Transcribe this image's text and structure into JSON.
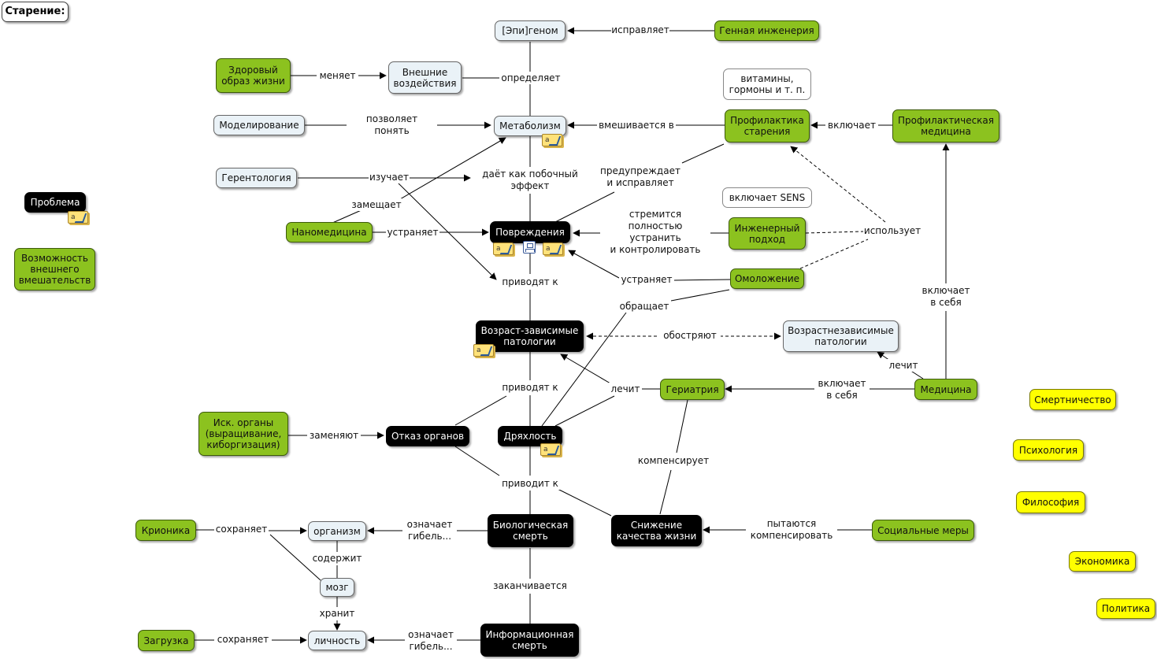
{
  "title": "Старение:",
  "nodes": {
    "epigenome": "[Эпи]геном",
    "gene_engineering": "Генная инженерия",
    "healthy_lifestyle": "Здоровый\nобраз жизни",
    "external_effects": "Внешние\nвоздействия",
    "vitamins": "витамины,\nгормоны и т. п.",
    "modeling": "Моделирование",
    "metabolism": "Метаболизм",
    "aging_prevention": "Профилактика\nстарения",
    "preventive_medicine": "Профилактическая\nмедицина",
    "gerontology": "Герентология",
    "includes_sens": "включает SENS",
    "problem": "Проблема",
    "nanomedicine": "Наномедицина",
    "damage": "Повреждения",
    "engineering_approach": "Инженерный\nподход",
    "external_intervention": "Возможность\nвнешнего\nвмешательств",
    "rejuvenation": "Омоложение",
    "age_pathologies": "Возраст-зависимые\nпатологии",
    "age_independent_pathologies": "Возрастнезависимые\nпатологии",
    "geriatrics": "Гериатрия",
    "medicine": "Медицина",
    "mortality": "Смертничество",
    "artificial_organs": "Иск. органы\n(выращивание,\nкиборгизация)",
    "organ_failure": "Отказ органов",
    "frailty": "Дряхлость",
    "psychology": "Психология",
    "philosophy": "Философия",
    "cryonics": "Крионика",
    "organism": "организм",
    "biological_death": "Биологическая\nсмерть",
    "quality_decline": "Снижение\nкачества жизни",
    "social_measures": "Социальные меры",
    "economics": "Экономика",
    "brain": "мозг",
    "upload": "Загрузка",
    "personality": "личность",
    "info_death": "Информационная\nсмерть",
    "politics": "Политика"
  },
  "edge_labels": {
    "corrects": "исправляет",
    "changes": "меняет",
    "determines": "определяет",
    "helps_understand": "позволяет понять",
    "intervenes_in": "вмешивается в",
    "includes_1": "включает",
    "studies": "изучает",
    "side_effect": "даёт как побочный\nэффект",
    "prevents_corrects": "предупреждает\nи исправляет",
    "replaces": "замещает",
    "eliminates_1": "устраняет",
    "aims_eliminate": "стремится полностью\nустранить\nи контролировать",
    "uses": "использует",
    "lead_to_1": "приводят к",
    "eliminates_2": "устраняет",
    "reverses": "обращает",
    "includes_2": "включает\nв себя",
    "aggravate": "обостряют",
    "treats_1": "лечит",
    "lead_to_2": "приводят к",
    "treats_2": "лечит",
    "includes_3": "включает\nв себя",
    "replace": "заменяют",
    "compensates": "компенсирует",
    "leads_to": "приводит к",
    "preserves_1": "сохраняет",
    "means_death_1": "означает\nгибель...",
    "try_compensate": "пытаются\nкомпенсировать",
    "contains": "содержит",
    "ends": "заканчивается",
    "stores": "хранит",
    "preserves_2": "сохраняет",
    "means_death_2": "означает\nгибель..."
  },
  "colors": {
    "green": "#8cc21f",
    "black": "#000000",
    "light": "#eaf2f7",
    "yellow": "#ffff00",
    "line": "#000000"
  }
}
